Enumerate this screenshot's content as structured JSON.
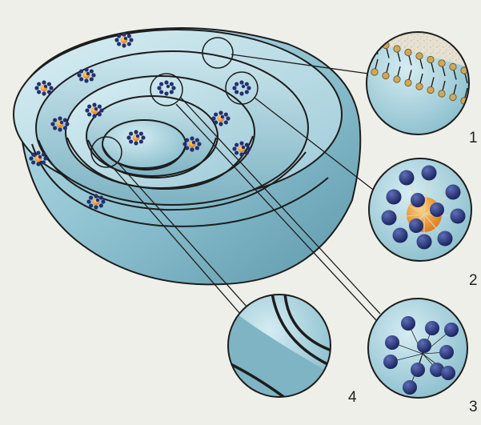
{
  "figure": {
    "labels": [
      "1",
      "2",
      "3",
      "4"
    ]
  },
  "colors": {
    "background": "#efefe9",
    "cytoplasm_light": "#cde7ee",
    "cytoplasm_dark": "#6fa9ba",
    "membrane_line": "#1d1d1d",
    "protein_blue": "#24306e",
    "core_orange": "#e59232",
    "phospholipid_head": "#cfa75c",
    "extracellular": "#e8e3d2"
  },
  "icons": {
    "particle": "nucleoprotein-cluster-icon",
    "membrane": "lipid-bilayer-icon"
  }
}
